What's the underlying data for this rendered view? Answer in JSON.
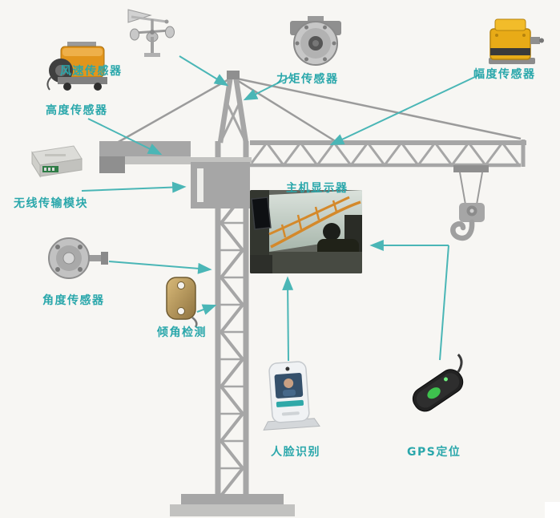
{
  "diagram": {
    "name": "tower-crane-safety-monitoring-system",
    "labels": {
      "wind_speed": "风速传感器",
      "torque": "力矩传感器",
      "amplitude": "幅度传感器",
      "height": "高度传感器",
      "wireless": "无线传输模块",
      "angle": "角度传感器",
      "tilt": "倾角检测",
      "display": "主机显示器",
      "face": "人脸识别",
      "gps": "GPS定位"
    },
    "icons": {
      "wind_speed": "anemometer-icon",
      "torque": "torque-sensor-icon",
      "amplitude": "amplitude-sensor-icon",
      "height": "height-sensor-icon",
      "wireless": "wireless-module-icon",
      "angle": "angle-sensor-icon",
      "tilt": "tilt-sensor-icon",
      "display": "cab-display-photo",
      "face": "face-recognition-terminal-icon",
      "gps": "gps-tracker-icon"
    }
  },
  "colors": {
    "label_teal": "#2aa7ab",
    "arrow_teal": "#4ab6b6",
    "crane_gray": "#a6a6a6",
    "crane_gray_dark": "#8f8f8f",
    "crane_gray_light": "#c2c2c0",
    "device_orange": "#e2951c",
    "device_yellow": "#e8ab17",
    "gps_green": "#3ec24e",
    "background": "#f7f6f3"
  }
}
